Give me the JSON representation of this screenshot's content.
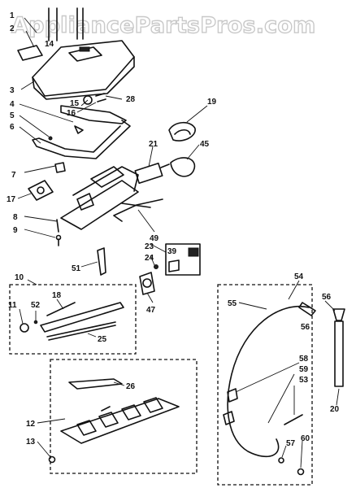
{
  "watermark": "AppliancePartsPros.com",
  "callouts": [
    {
      "id": "1",
      "text": "1"
    },
    {
      "id": "2",
      "text": "2"
    },
    {
      "id": "14",
      "text": "14"
    },
    {
      "id": "3",
      "text": "3"
    },
    {
      "id": "4",
      "text": "4"
    },
    {
      "id": "5",
      "text": "5"
    },
    {
      "id": "6",
      "text": "6"
    },
    {
      "id": "15",
      "text": "15"
    },
    {
      "id": "16",
      "text": "16"
    },
    {
      "id": "28",
      "text": "28"
    },
    {
      "id": "19",
      "text": "19"
    },
    {
      "id": "21",
      "text": "21"
    },
    {
      "id": "45",
      "text": "45"
    },
    {
      "id": "7",
      "text": "7"
    },
    {
      "id": "17",
      "text": "17"
    },
    {
      "id": "8",
      "text": "8"
    },
    {
      "id": "9",
      "text": "9"
    },
    {
      "id": "49",
      "text": "49"
    },
    {
      "id": "23",
      "text": "23"
    },
    {
      "id": "39",
      "text": "39"
    },
    {
      "id": "24",
      "text": "24"
    },
    {
      "id": "51",
      "text": "51"
    },
    {
      "id": "10",
      "text": "10"
    },
    {
      "id": "47",
      "text": "47"
    },
    {
      "id": "11",
      "text": "11"
    },
    {
      "id": "52",
      "text": "52"
    },
    {
      "id": "18",
      "text": "18"
    },
    {
      "id": "25",
      "text": "25"
    },
    {
      "id": "26",
      "text": "26"
    },
    {
      "id": "12",
      "text": "12"
    },
    {
      "id": "13",
      "text": "13"
    },
    {
      "id": "54",
      "text": "54"
    },
    {
      "id": "55",
      "text": "55"
    },
    {
      "id": "56a",
      "text": "56"
    },
    {
      "id": "56b",
      "text": "56"
    },
    {
      "id": "58",
      "text": "58"
    },
    {
      "id": "59",
      "text": "59"
    },
    {
      "id": "53",
      "text": "53"
    },
    {
      "id": "20",
      "text": "20"
    },
    {
      "id": "57",
      "text": "57"
    },
    {
      "id": "60",
      "text": "60"
    }
  ]
}
